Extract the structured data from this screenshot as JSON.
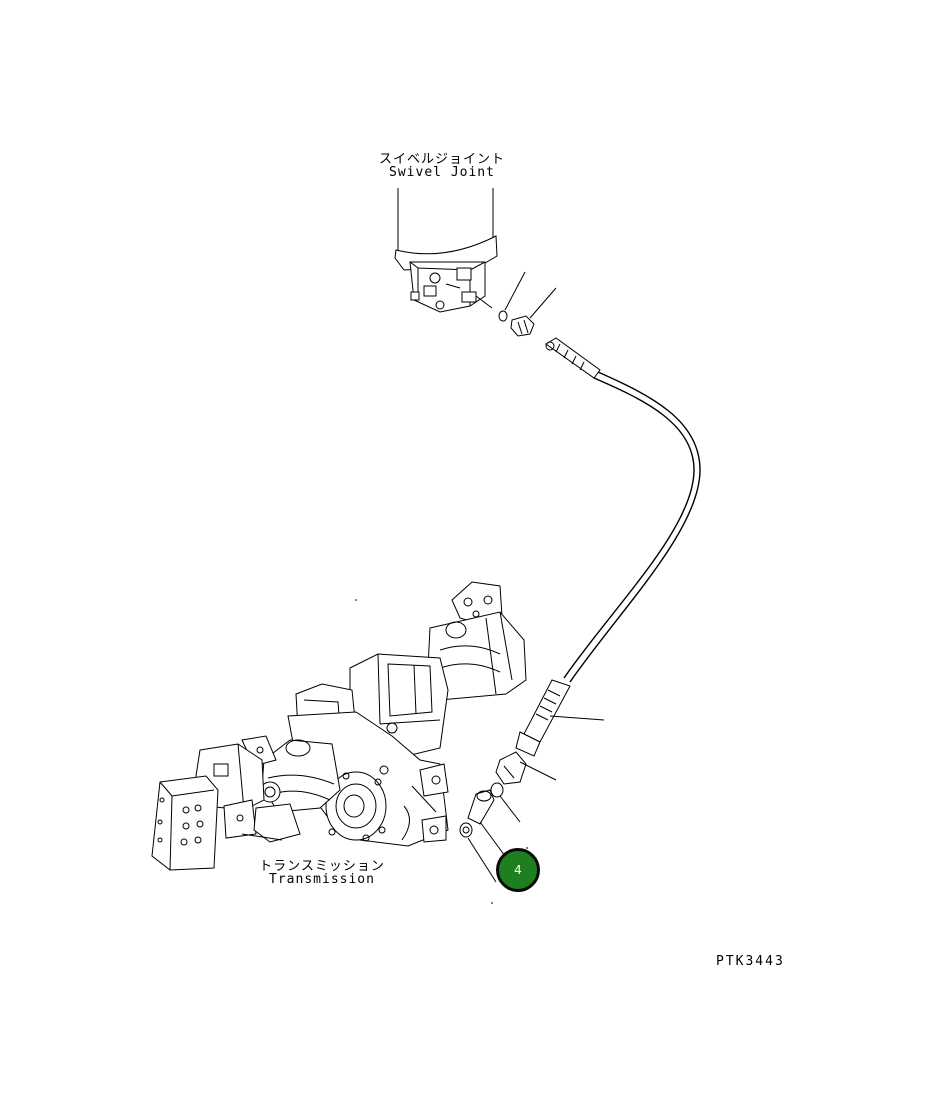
{
  "labels": {
    "swivel_joint_jp": "スイベルジョイント",
    "swivel_joint_en": "Swivel Joint",
    "transmission_jp": "トランスミッション",
    "transmission_en": "Transmission",
    "figure_code": "PTK3443"
  },
  "callouts": [
    {
      "number": "4",
      "color": "#1f7f1f"
    }
  ]
}
